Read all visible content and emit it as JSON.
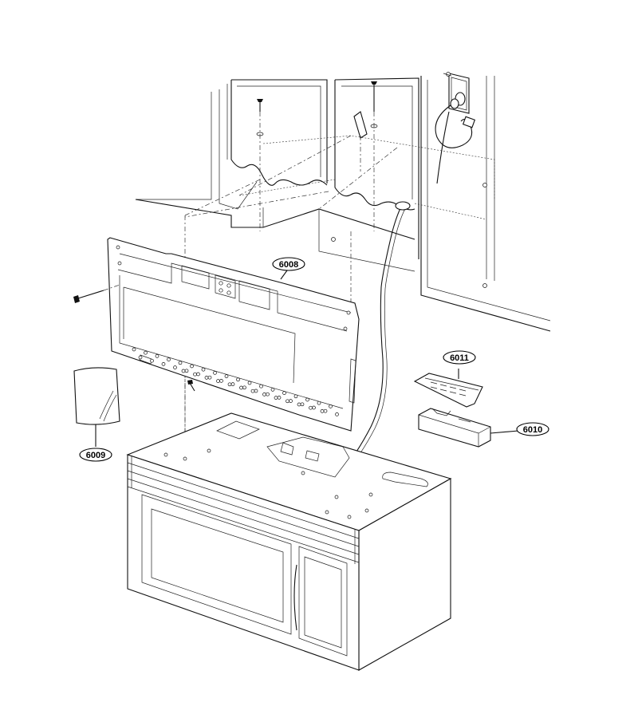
{
  "callouts": {
    "mounting_plate": "6008",
    "bag": "6009",
    "bracket_lower": "6010",
    "bracket_upper": "6011"
  }
}
